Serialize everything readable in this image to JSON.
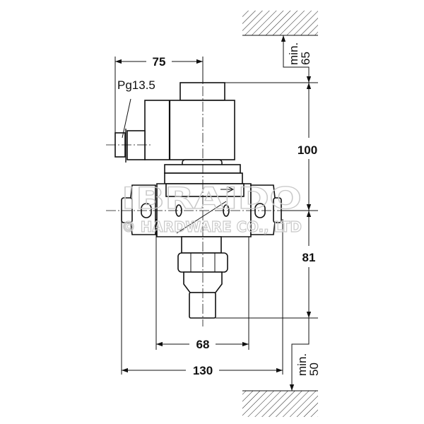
{
  "dimensions": {
    "top_width": "75",
    "thread": "Pg13.5",
    "height_upper": "100",
    "height_lower": "81",
    "inner_width": "68",
    "overall_width": "130",
    "clearance_top": {
      "label": "min.",
      "value": "65"
    },
    "clearance_bottom": {
      "label": "min.",
      "value": "50"
    }
  },
  "watermark": {
    "line1": "IBRAIDO",
    "line2": "© HARDWARE CO., LTD"
  },
  "colors": {
    "line": "#111111",
    "background": "#ffffff",
    "watermark": "#c8c8c8"
  }
}
